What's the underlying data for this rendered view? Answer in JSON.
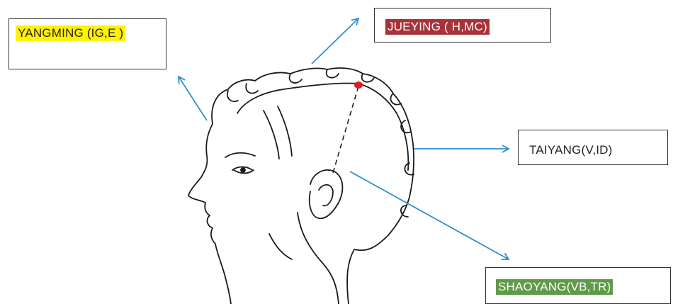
{
  "labels": {
    "yangming": {
      "text": "YANGMING (IG,E )",
      "highlight": "#fff200"
    },
    "jueying": {
      "text": "JUEYING ( H,MC)",
      "highlight": "#a8323a"
    },
    "taiyang": {
      "text": "TAIYANG(V,ID)",
      "highlight": "#ffffff"
    },
    "shaoyang": {
      "text": "SHAOYANG(VB,TR)",
      "highlight": "#5e9a48"
    }
  },
  "colors": {
    "arrow": "#2f8fd0",
    "point": "#e02020",
    "drawing": "#1a1a1a"
  }
}
